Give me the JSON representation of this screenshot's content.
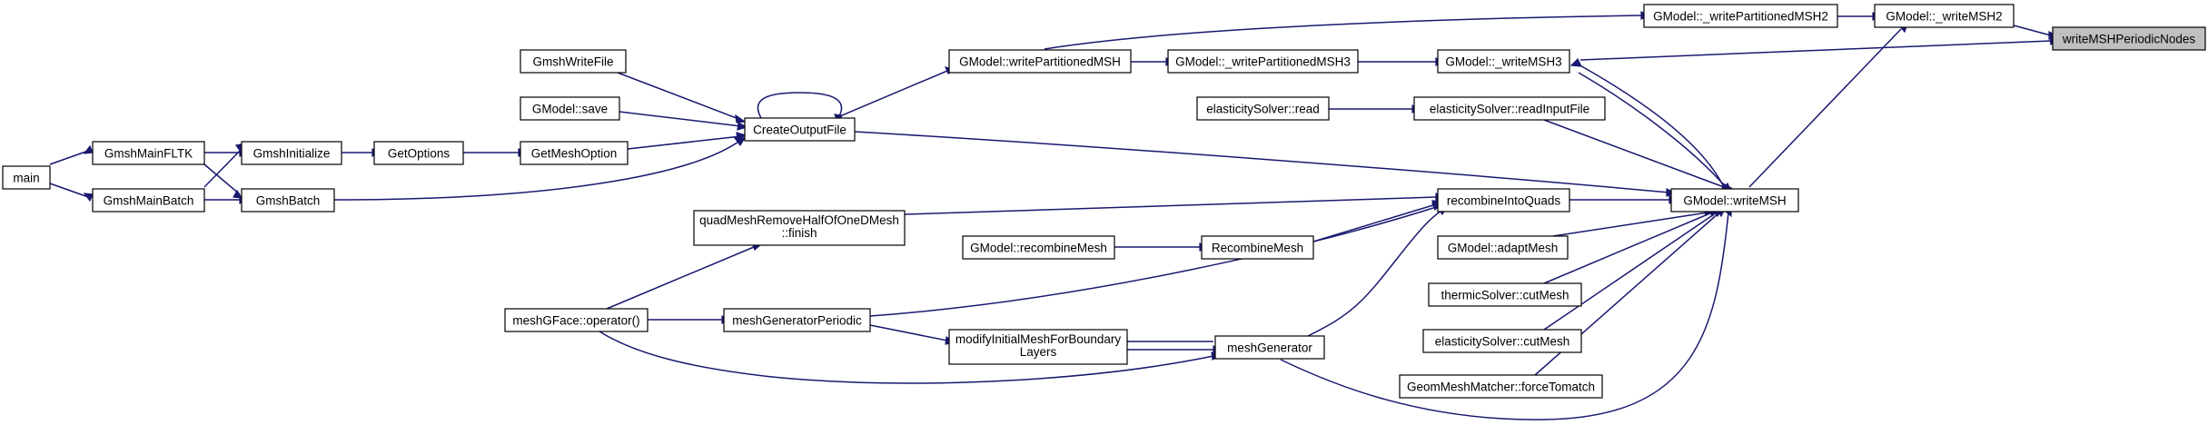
{
  "graph": {
    "accent_edge_color": "#191970",
    "target_fill": "#bfbfbf",
    "nodes": [
      {
        "id": "main",
        "lines": [
          "main"
        ]
      },
      {
        "id": "fltk",
        "lines": [
          "GmshMainFLTK"
        ]
      },
      {
        "id": "mbatch",
        "lines": [
          "GmshMainBatch"
        ]
      },
      {
        "id": "init",
        "lines": [
          "GmshInitialize"
        ]
      },
      {
        "id": "gbatch",
        "lines": [
          "GmshBatch"
        ]
      },
      {
        "id": "getopt",
        "lines": [
          "GetOptions"
        ]
      },
      {
        "id": "writefile",
        "lines": [
          "GmshWriteFile"
        ]
      },
      {
        "id": "save",
        "lines": [
          "GModel::save"
        ]
      },
      {
        "id": "meshopt",
        "lines": [
          "GetMeshOption"
        ]
      },
      {
        "id": "cof",
        "lines": [
          "CreateOutputFile"
        ]
      },
      {
        "id": "wpm",
        "lines": [
          "GModel::writePartitionedMSH"
        ]
      },
      {
        "id": "wpm3",
        "lines": [
          "GModel::_writePartitionedMSH3"
        ]
      },
      {
        "id": "wpm2",
        "lines": [
          "GModel::_writePartitionedMSH2"
        ]
      },
      {
        "id": "wm3",
        "lines": [
          "GModel::_writeMSH3"
        ]
      },
      {
        "id": "wm2",
        "lines": [
          "GModel::_writeMSH2"
        ]
      },
      {
        "id": "target",
        "lines": [
          "writeMSHPeriodicNodes"
        ]
      },
      {
        "id": "esread",
        "lines": [
          "elasticitySolver::read"
        ]
      },
      {
        "id": "esrif",
        "lines": [
          "elasticitySolver::readInputFile"
        ]
      },
      {
        "id": "riq",
        "lines": [
          "recombineIntoQuads"
        ]
      },
      {
        "id": "wmsh",
        "lines": [
          "GModel::writeMSH"
        ]
      },
      {
        "id": "qmr",
        "lines": [
          "quadMeshRemoveHalfOfOneDMesh",
          "::finish"
        ]
      },
      {
        "id": "grm",
        "lines": [
          "GModel::recombineMesh"
        ]
      },
      {
        "id": "rm",
        "lines": [
          "RecombineMesh"
        ]
      },
      {
        "id": "adapt",
        "lines": [
          "GModel::adaptMesh"
        ]
      },
      {
        "id": "tscut",
        "lines": [
          "thermicSolver::cutMesh"
        ]
      },
      {
        "id": "escut",
        "lines": [
          "elasticitySolver::cutMesh"
        ]
      },
      {
        "id": "gmm",
        "lines": [
          "GeomMeshMatcher::forceTomatch"
        ]
      },
      {
        "id": "mgf",
        "lines": [
          "meshGFace::operator()"
        ]
      },
      {
        "id": "mgp",
        "lines": [
          "meshGeneratorPeriodic"
        ]
      },
      {
        "id": "mimbl",
        "lines": [
          "modifyInitialMeshForBoundary",
          "Layers"
        ]
      },
      {
        "id": "mg",
        "lines": [
          "meshGenerator"
        ]
      }
    ]
  }
}
